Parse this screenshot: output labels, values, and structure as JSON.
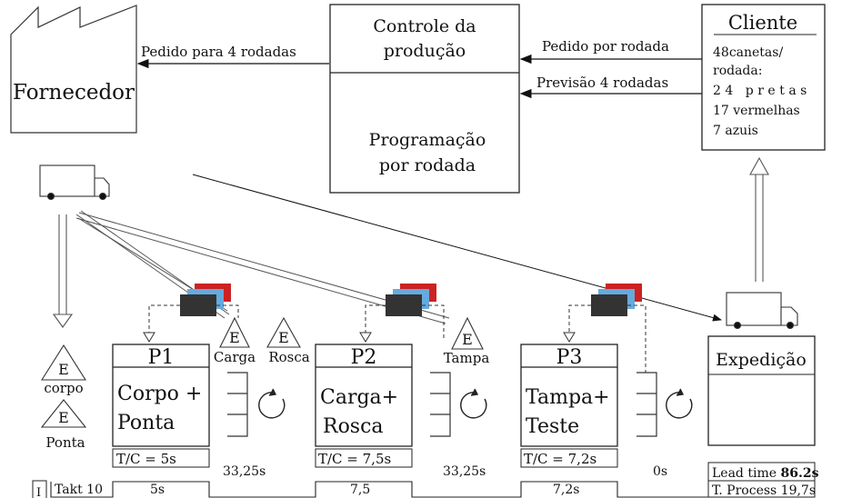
{
  "supplier": {
    "label": "Fornecedor",
    "order": "Pedido para 4 rodadas"
  },
  "control": {
    "title_line1": "Controle da",
    "title_line2": "produção",
    "sub_line1": "Programação",
    "sub_line2": "por rodada"
  },
  "customer": {
    "title": "Cliente",
    "order": "Pedido por rodada",
    "forecast": "Previsão 4 rodadas",
    "lines": [
      "48canetas/",
      "rodada:",
      "24 pretas",
      "17 vermelhas",
      "7 azuis"
    ]
  },
  "inventory": {
    "corpo": "corpo",
    "ponta": "Ponta",
    "carga": "Carga",
    "rosca": "Rosca",
    "tampa": "Tampa",
    "marker": "E"
  },
  "processes": [
    {
      "id": "P1",
      "line1": "Corpo +",
      "line2": "Ponta",
      "tc": "T/C = 5s"
    },
    {
      "id": "P2",
      "line1": "Carga+",
      "line2": "Rosca",
      "tc": "T/C = 7,5s"
    },
    {
      "id": "P3",
      "line1": "Tampa+",
      "line2": "Teste",
      "tc": "T/C = 7,2s"
    }
  ],
  "shipping": {
    "label": "Expedição",
    "lead_time_label": "Lead time",
    "lead_time_value": "86.2s",
    "process": "T. Process 19,7s"
  },
  "timeline": {
    "takt_marker": "I",
    "takt": "Takt 10",
    "values": [
      "5s",
      "33,25s",
      "7,5",
      "33,25s",
      "7,2s",
      "0s"
    ]
  }
}
